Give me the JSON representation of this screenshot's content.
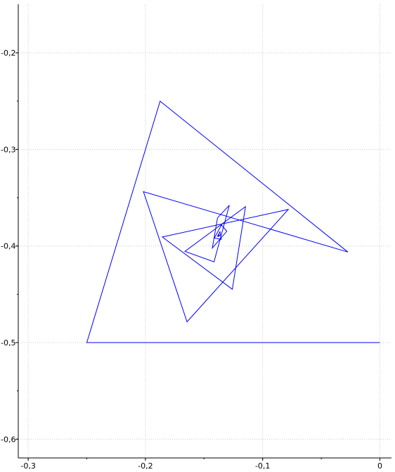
{
  "chart_data": {
    "type": "line",
    "title": "",
    "xlabel": "",
    "ylabel": "",
    "xlim": [
      -0.31,
      0.01
    ],
    "ylim": [
      -0.625,
      -0.153
    ],
    "grid": true,
    "legend": "none",
    "x_ticks": [
      -0.3,
      -0.2,
      -0.1,
      0
    ],
    "x_tick_labels": [
      "-0,3",
      "-0,2",
      "-0,1",
      "0"
    ],
    "y_ticks": [
      -0.2,
      -0.3,
      -0.4,
      -0.5,
      -0.6
    ],
    "y_tick_labels": [
      "-0,2",
      "-0,3",
      "-0,4",
      "-0,5",
      "-0,6"
    ],
    "series": [
      {
        "color": "#0000ff",
        "x": [
          0.0,
          -0.25,
          -0.1875,
          -0.0273,
          -0.2017,
          -0.1645,
          -0.0781,
          -0.1856,
          -0.1259,
          -0.1146,
          -0.1663,
          -0.1415,
          -0.1284,
          -0.1385,
          -0.1429,
          -0.1306,
          -0.1351,
          -0.1412,
          -0.1353,
          -0.1364,
          -0.1385,
          -0.1374,
          -0.1367,
          -0.1372,
          -0.1379,
          -0.1373,
          -0.1369
        ],
        "y": [
          -0.5,
          -0.5,
          -0.25,
          -0.4063,
          -0.3438,
          -0.4785,
          -0.3621,
          -0.3907,
          -0.4448,
          -0.3592,
          -0.4055,
          -0.4164,
          -0.3578,
          -0.3709,
          -0.4021,
          -0.3848,
          -0.3782,
          -0.3917,
          -0.3932,
          -0.3852,
          -0.3897,
          -0.3902,
          -0.3887,
          -0.3885,
          -0.3899,
          -0.3895,
          -0.3889
        ]
      }
    ]
  }
}
